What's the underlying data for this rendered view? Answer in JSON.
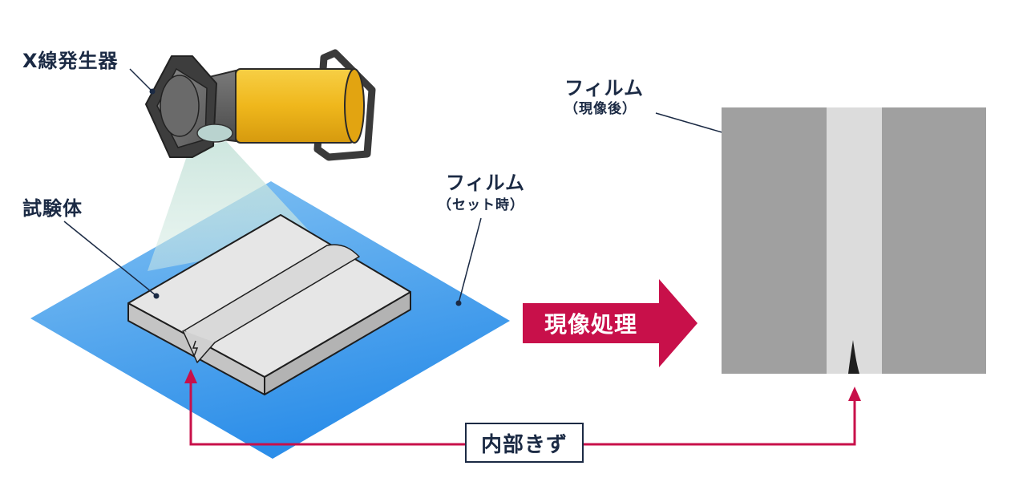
{
  "labels": {
    "xray_generator": "X線発生器",
    "test_piece": "試験体",
    "film_set_title": "フィルム",
    "film_set_sub": "（セット時）",
    "film_dev_title": "フィルム",
    "film_dev_sub": "（現像後）",
    "process_arrow": "現像処理",
    "internal_defect": "内部きず"
  },
  "colors": {
    "label_text": "#1b2a44",
    "accent_red": "#c8104a",
    "film_blue_light": "#7fc0f2",
    "film_blue_dark": "#2e8fe8",
    "generator_yellow": "#f0b81c",
    "generator_frame": "#3a3a3a",
    "film_gray": "#a0a0a0",
    "film_weld_light": "#dcdcdc",
    "specimen_top": "#e8e8e8",
    "specimen_side": "#c9c9c9"
  },
  "icons": {
    "xray_generator": "xray-generator-icon",
    "arrow": "right-arrow-icon"
  }
}
